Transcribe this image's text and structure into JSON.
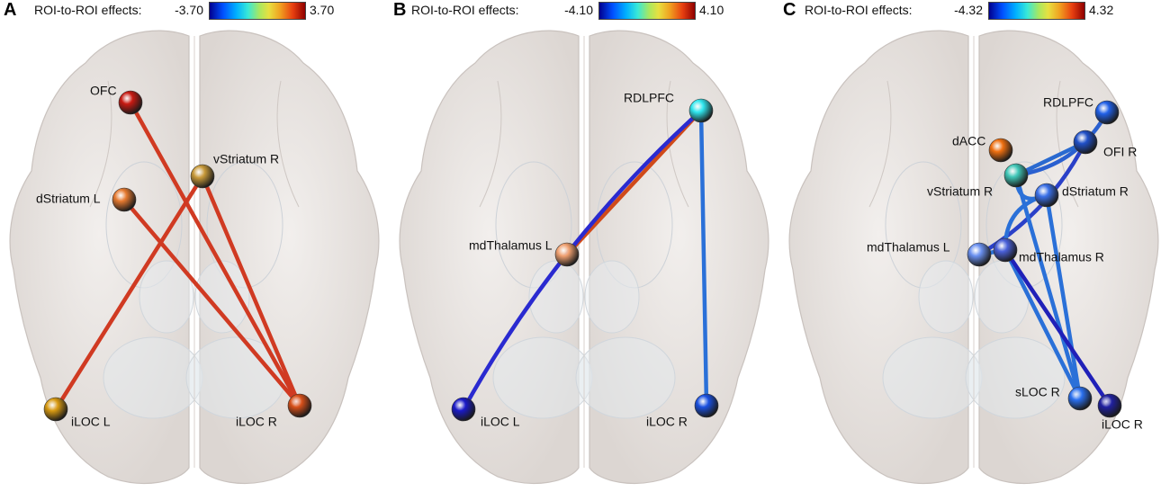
{
  "panels": [
    {
      "letter": "A",
      "colorbar": {
        "label": "ROI-to-ROI effects:",
        "min": "-3.70",
        "max": "3.70"
      },
      "nodes": [
        {
          "id": "ofc",
          "label": "OFC",
          "color": "#c81a12"
        },
        {
          "id": "vstriatum-r",
          "label": "vStriatum R",
          "color": "#c89a3a"
        },
        {
          "id": "dstriatum-l",
          "label": "dStriatum L",
          "color": "#e67a30"
        },
        {
          "id": "iloc-l",
          "label": "iLOC L",
          "color": "#d89a12"
        },
        {
          "id": "iloc-r",
          "label": "iLOC R",
          "color": "#d8501a"
        }
      ],
      "edges": [
        {
          "from": "ofc",
          "to": "iloc-r",
          "color": "#d03a22"
        },
        {
          "from": "vstriatum-r",
          "to": "iloc-r",
          "color": "#d03a22"
        },
        {
          "from": "dstriatum-l",
          "to": "iloc-r",
          "color": "#d03a22"
        },
        {
          "from": "vstriatum-r",
          "to": "iloc-l",
          "color": "#d03a22"
        }
      ]
    },
    {
      "letter": "B",
      "colorbar": {
        "label": "ROI-to-ROI effects:",
        "min": "-4.10",
        "max": "4.10"
      },
      "nodes": [
        {
          "id": "rdlpfc",
          "label": "RDLPFC",
          "color": "#30e8f0"
        },
        {
          "id": "mdthalamus-l",
          "label": "mdThalamus L",
          "color": "#f0a070"
        },
        {
          "id": "iloc-l",
          "label": "iLOC L",
          "color": "#1a1ac8"
        },
        {
          "id": "iloc-r",
          "label": "iLOC R",
          "color": "#1a50e0"
        }
      ],
      "edges": [
        {
          "from": "rdlpfc",
          "to": "mdthalamus-l",
          "color": "#d04a1a"
        },
        {
          "from": "rdlpfc",
          "to": "iloc-l",
          "color": "#2a2ad0"
        },
        {
          "from": "rdlpfc",
          "to": "iloc-r",
          "color": "#2a70d8"
        }
      ]
    },
    {
      "letter": "C",
      "colorbar": {
        "label": "ROI-to-ROI effects:",
        "min": "-4.32",
        "max": "4.32"
      },
      "nodes": [
        {
          "id": "rdlpfc",
          "label": "RDLPFC",
          "color": "#2060e8"
        },
        {
          "id": "dacc",
          "label": "dACC",
          "color": "#f07010"
        },
        {
          "id": "ofi-r",
          "label": "OFI R",
          "color": "#2050c8"
        },
        {
          "id": "vstriatum-r",
          "label": "vStriatum R",
          "color": "#40c8b8"
        },
        {
          "id": "dstriatum-r",
          "label": "dStriatum R",
          "color": "#3a70e8"
        },
        {
          "id": "mdthalamus-l",
          "label": "mdThalamus L",
          "color": "#6a90f0"
        },
        {
          "id": "mdthalamus-r",
          "label": "mdThalamus R",
          "color": "#4a60d8"
        },
        {
          "id": "sloc-r",
          "label": "sLOC R",
          "color": "#2a70f0"
        },
        {
          "id": "iloc-r",
          "label": "iLOC R",
          "color": "#2020a0"
        }
      ],
      "edges": [
        {
          "from": "rdlpfc",
          "to": "vstriatum-r",
          "color": "#2a60d0"
        },
        {
          "from": "ofi-r",
          "to": "mdthalamus-l",
          "color": "#2a40c8"
        },
        {
          "from": "ofi-r",
          "to": "vstriatum-r",
          "color": "#2a6ad0"
        },
        {
          "from": "vstriatum-r",
          "to": "dstriatum-r",
          "color": "#2a70d8"
        },
        {
          "from": "vstriatum-r",
          "to": "sloc-r",
          "color": "#2a70d8"
        },
        {
          "from": "dstriatum-r",
          "to": "mdthalamus-r",
          "color": "#2a70d8"
        },
        {
          "from": "dstriatum-r",
          "to": "sloc-r",
          "color": "#2a70d8"
        },
        {
          "from": "mdthalamus-r",
          "to": "sloc-r",
          "color": "#2a70d8"
        },
        {
          "from": "mdthalamus-r",
          "to": "iloc-r",
          "color": "#2020b8"
        },
        {
          "from": "mdthalamus-l",
          "to": "mdthalamus-r",
          "color": "#2a70d8"
        }
      ]
    }
  ]
}
